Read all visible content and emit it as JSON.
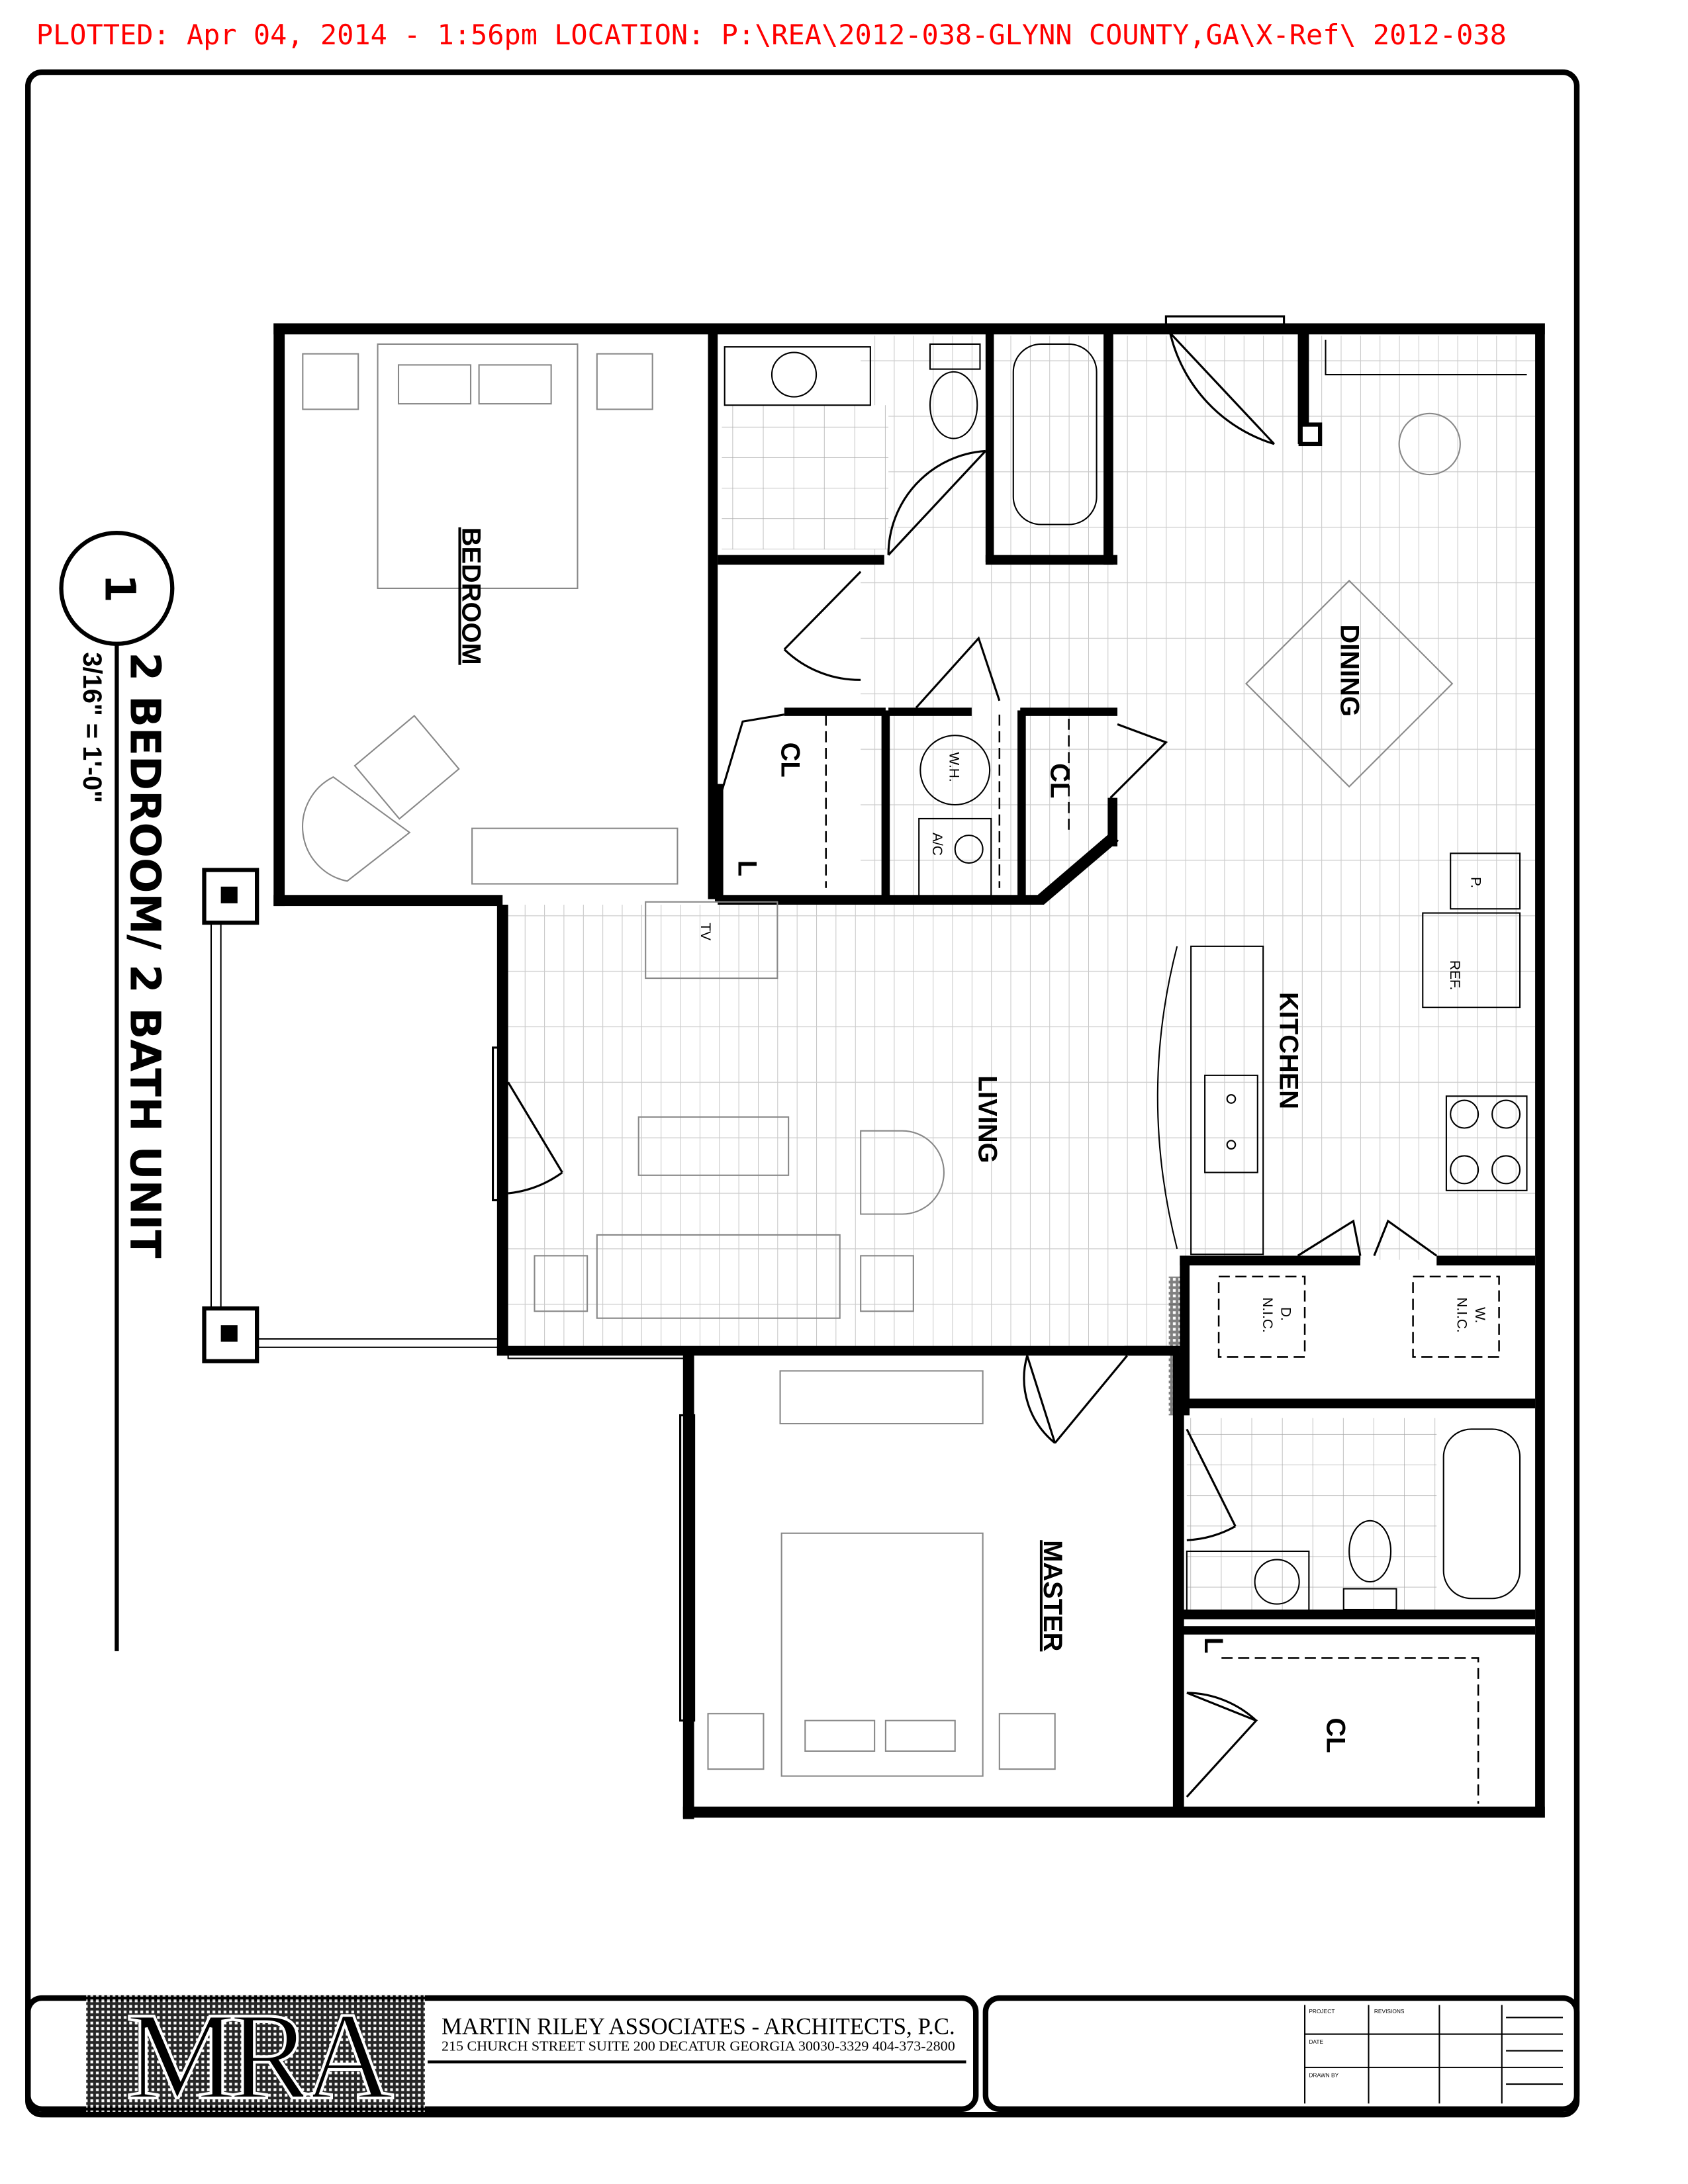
{
  "header": {
    "plot_stamp": "PLOTTED:  Apr 04,  2014 - 1:56pm LOCATION: P:\\REA\\2012-038-GLYNN COUNTY,GA\\X-Ref\\ 2012-038"
  },
  "drawing": {
    "detail_number": "1",
    "title": "2 BEDROOM/ 2 BATH UNIT",
    "scale": "3/16\" = 1'-0\""
  },
  "rooms": {
    "bedroom": "BEDROOM",
    "closet_1": "CL",
    "linen_1": "L",
    "water_heater": "W.H.",
    "ac": "A/C",
    "closet_2": "CL",
    "dining": "DINING",
    "kitchen": "KITCHEN",
    "living": "LIVING",
    "tv": "TV",
    "pantry": "P.",
    "refrigerator": "REF.",
    "dryer": "D.",
    "dryer_nic": "N.I.C.",
    "washer": "W.",
    "washer_nic": "N.I.C.",
    "master": "MASTER",
    "closet_3": "CL",
    "linen_2": "L"
  },
  "title_block": {
    "logo": "MRA",
    "firm": "MARTIN RILEY ASSOCIATES - ARCHITECTS, P.C.",
    "address": "215 CHURCH STREET   SUITE 200   DECATUR GEORGIA 30030-3329   404-373-2800",
    "project_label": "PROJECT",
    "revisions_label": "REVISIONS",
    "date_label": "DATE",
    "drawn_by_label": "DRAWN BY"
  },
  "colors": {
    "plot_stamp": "#ff0000",
    "lines": "#000000",
    "floor_hatch": "#bbbbbb"
  }
}
